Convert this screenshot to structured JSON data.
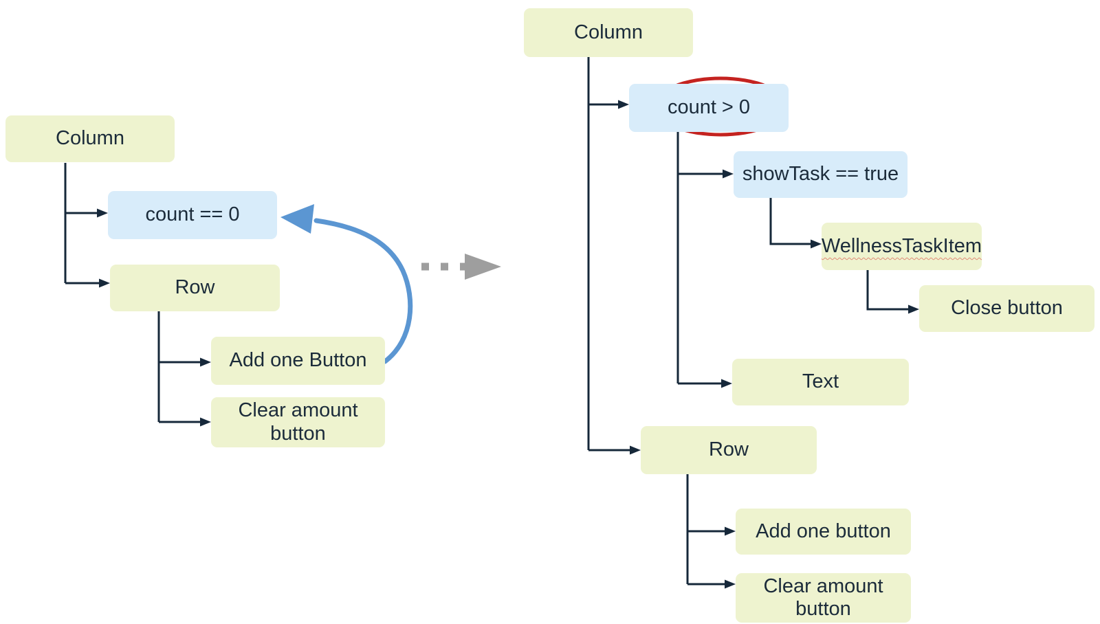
{
  "colors": {
    "node-green": "#eef3cf",
    "node-blue": "#d8ecfa",
    "connector": "#16283a",
    "text": "#1b2b3a",
    "loop-arrow-blue": "#5b96d2",
    "transition-gray": "#9e9e9e",
    "highlight-red": "#c42320",
    "squiggle": "#e08a77"
  },
  "left_tree": {
    "column": "Column",
    "count_condition": "count == 0",
    "row": "Row",
    "add_one_button": "Add one Button",
    "clear_amount_button": "Clear amount button"
  },
  "right_tree": {
    "column": "Column",
    "count_condition": "count > 0",
    "show_task_condition": "showTask == true",
    "wellness_task_item": "WellnessTaskItem",
    "close_button": "Close button",
    "text": "Text",
    "row": "Row",
    "add_one_button": "Add one button",
    "clear_amount_button": "Clear amount button"
  }
}
